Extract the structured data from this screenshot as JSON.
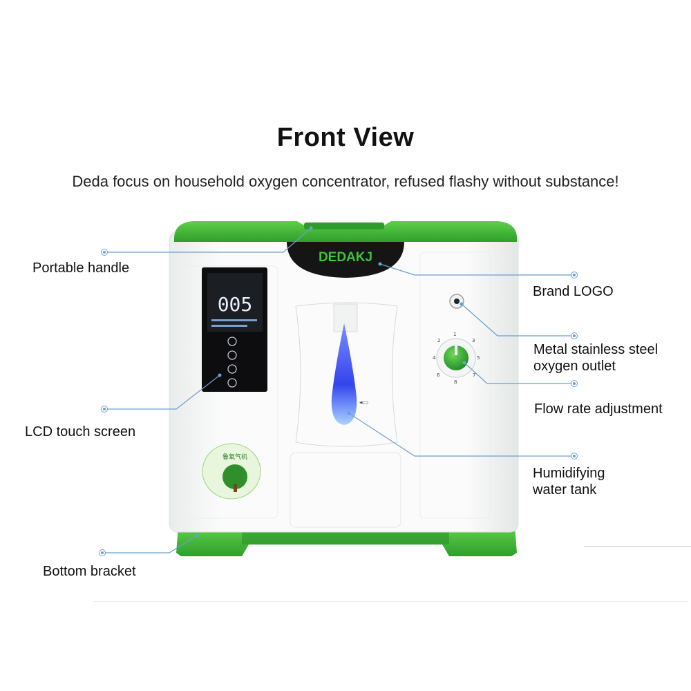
{
  "header": {
    "title": "Front View",
    "subtitle": "Deda focus on household oxygen concentrator, refused flashy without substance!"
  },
  "device": {
    "brand": "DEDAKJ",
    "display_digits": "005",
    "sticker_text": "鲁氧气机",
    "dial_marks": [
      "1",
      "2",
      "3",
      "4",
      "5",
      "6",
      "7",
      "8"
    ],
    "colors": {
      "accent_green": "#3cb53a",
      "body_white": "#f7f8f8",
      "lcd_black": "#0d0d0f",
      "callout_line": "#6a9fd0"
    }
  },
  "callouts": {
    "portable_handle": "Portable handle",
    "brand_logo": "Brand LOGO",
    "oxygen_outlet": [
      "Metal stainless steel",
      "oxygen outlet"
    ],
    "flow_rate": "Flow rate adjustment",
    "lcd_screen": "LCD touch screen",
    "water_tank": [
      "Humidifying",
      "water tank"
    ],
    "bottom_bracket": "Bottom bracket"
  }
}
